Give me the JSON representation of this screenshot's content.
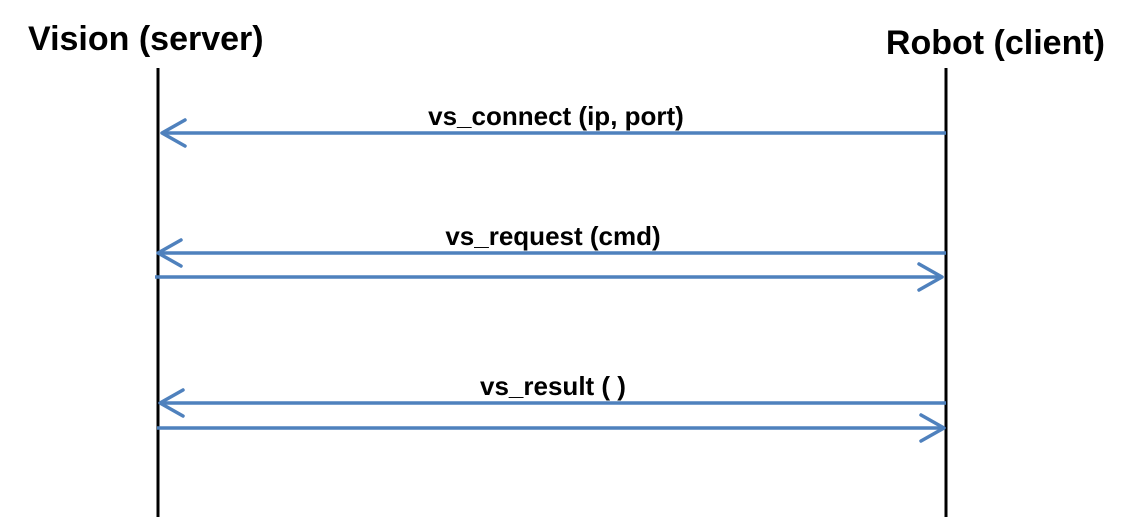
{
  "actors": {
    "server": {
      "label": "Vision (server)"
    },
    "client": {
      "label": "Robot (client)"
    }
  },
  "messages": [
    {
      "label": "vs_connect (ip, port)",
      "arrows": [
        "to-server"
      ]
    },
    {
      "label": "vs_request (cmd)",
      "arrows": [
        "to-server",
        "to-client"
      ]
    },
    {
      "label": "vs_result ( )",
      "arrows": [
        "to-server",
        "to-client"
      ]
    }
  ],
  "colors": {
    "arrow": "#4f81bd",
    "lifeline": "#000000",
    "text": "#000000",
    "background": "#ffffff"
  }
}
